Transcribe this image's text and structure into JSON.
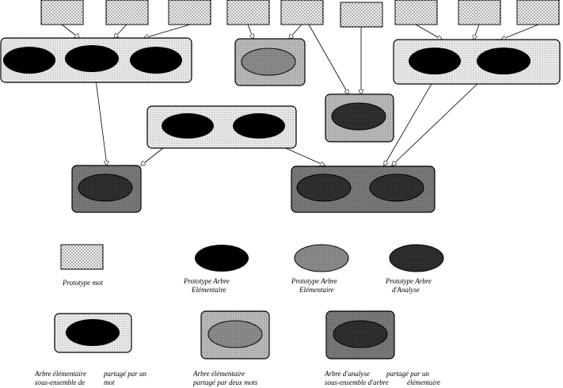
{
  "legend": {
    "prototype_mot": "Prototype mot",
    "prototype_arbre_elementaire_1": {
      "line1": "Prototype Arbre",
      "line2": "Elémentaire"
    },
    "prototype_arbre_elementaire_2": {
      "line1": "Prototype Arbre",
      "line2": "Elémentaire"
    },
    "prototype_arbre_analyse": {
      "line1": "Prototype Arbre",
      "line2": "d'Analyse"
    },
    "arbre_sous_ensemble": {
      "col1_line1": "Arbre élémentaire",
      "col1_line2": "sous-ensemble de",
      "col2_line1": "partagé par un",
      "col2_line2": "mot"
    },
    "arbre_partage_deux_mots": {
      "line1": "Arbre élémentaire",
      "line2": "partagé par deux mots"
    },
    "arbre_analyse_partage": {
      "col1_line1": "Arbre d'analyse",
      "col1_line2": "sous-ensemble d'arbre",
      "col2_line1": "partagé par un",
      "col2_line2": "élémentaire"
    }
  },
  "colors": {
    "word_fill": "#f4f4f4",
    "light_box": "#e6e6e6",
    "medium_box": "#b4b4b4",
    "dark_box": "#7a7a7a",
    "black": "#000000",
    "gray_ellipse": "#8a8a8a",
    "dark_ellipse": "#2e2e2e"
  }
}
